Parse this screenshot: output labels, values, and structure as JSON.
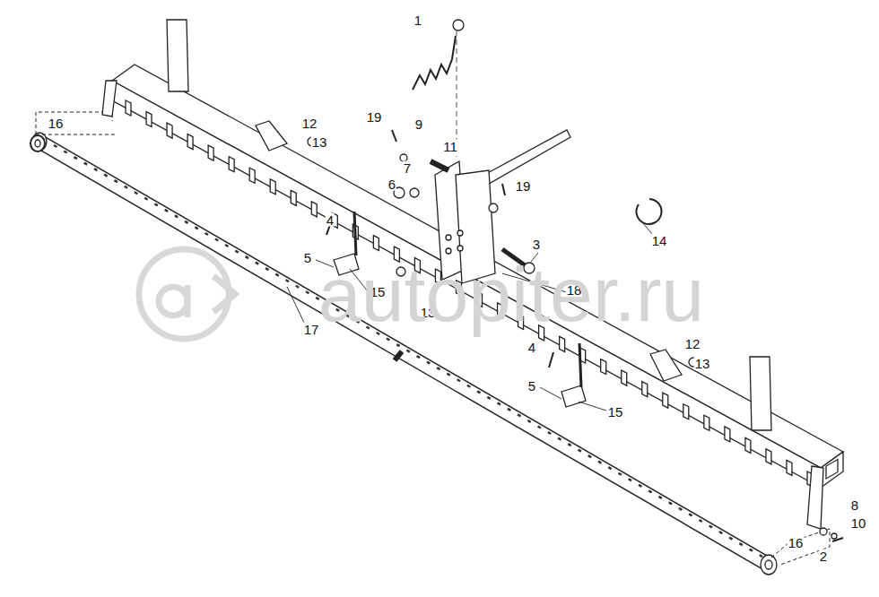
{
  "diagram": {
    "labels": [
      "1",
      "19",
      "9",
      "12",
      "13",
      "16",
      "11",
      "7",
      "6",
      "19",
      "4",
      "14",
      "3",
      "5",
      "15",
      "13",
      "18",
      "17",
      "12",
      "13",
      "4",
      "5",
      "15",
      "8",
      "10",
      "2",
      "16",
      "autopiter.ru"
    ]
  }
}
